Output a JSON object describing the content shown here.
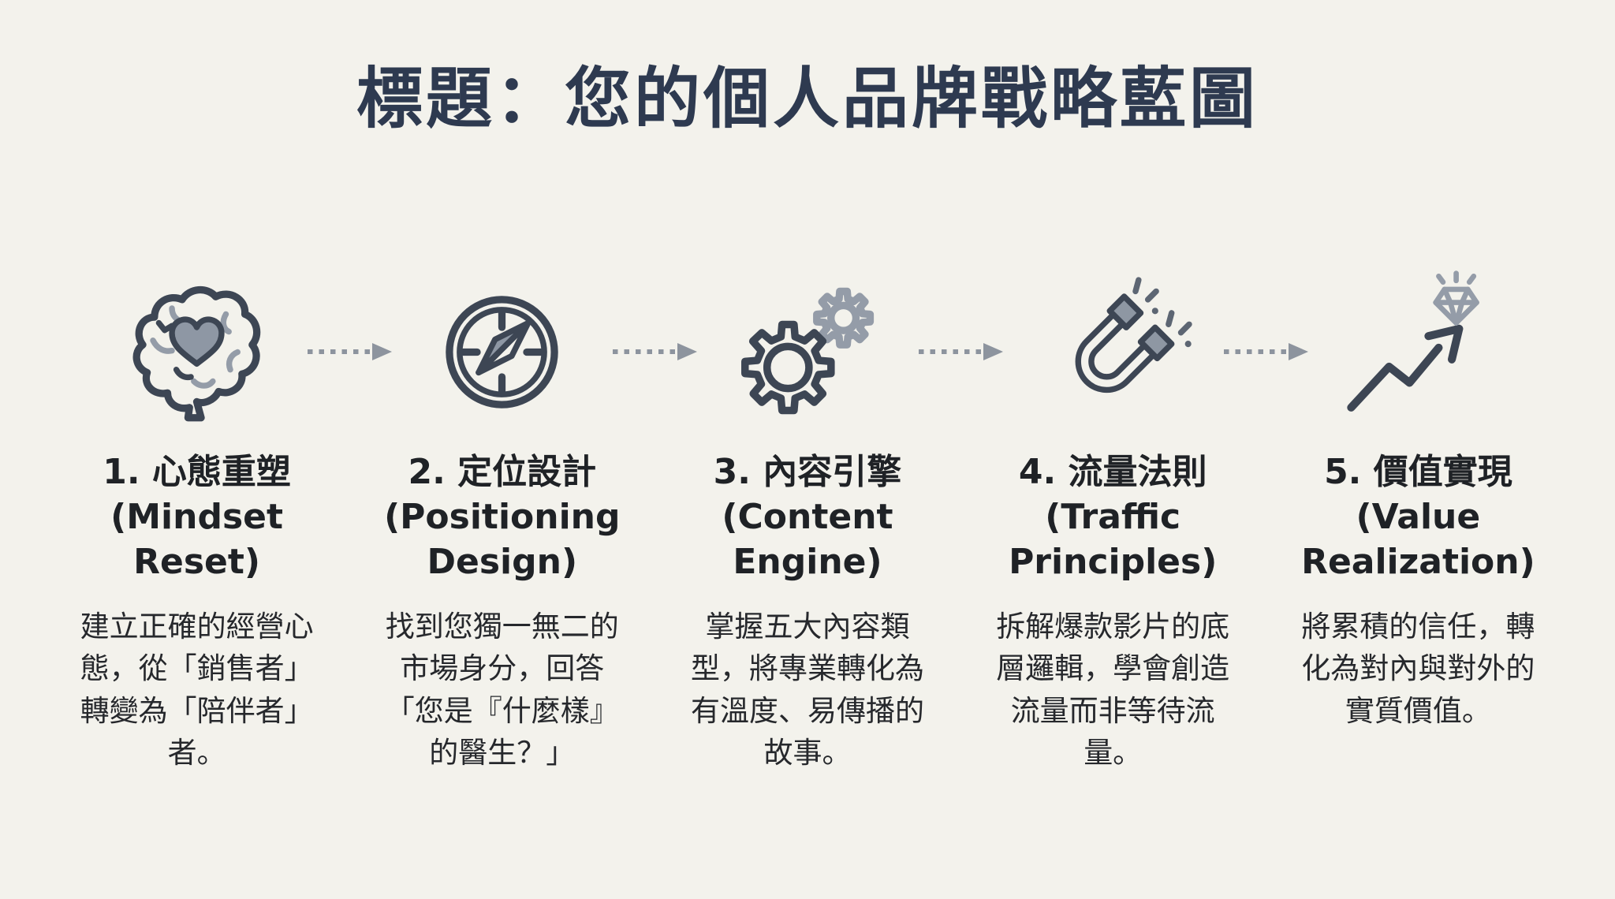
{
  "title": "標題：您的個人品牌戰略藍圖",
  "steps": [
    {
      "icon": "brain-heart-icon",
      "title_zh": "1. 心態重塑",
      "title_en": "(Mindset Reset)",
      "description": "建立正確的經營心態，從「銷售者」轉變為「陪伴者」者。"
    },
    {
      "icon": "compass-icon",
      "title_zh": "2. 定位設計",
      "title_en": "(Positioning Design)",
      "description": "找到您獨一無二的市場身分，回答「您是『什麼樣』的醫生？」"
    },
    {
      "icon": "gears-icon",
      "title_zh": "3. 內容引擎",
      "title_en": "(Content Engine)",
      "description": "掌握五大內容類型，將專業轉化為有溫度、易傳播的故事。"
    },
    {
      "icon": "magnet-icon",
      "title_zh": "4. 流量法則",
      "title_en": "(Traffic Principles)",
      "description": "拆解爆款影片的底層邏輯，學會創造流量而非等待流量。"
    },
    {
      "icon": "growth-arrow-diamond-icon",
      "title_zh": "5. 價值實現",
      "title_en": "(Value Realization)",
      "description": "將累積的信任，轉化為對內與對外的實質價值。"
    }
  ],
  "colors": {
    "background": "#f3f2ec",
    "title": "#2e3a50",
    "heading": "#1f2226",
    "body": "#26282c",
    "icon_dark": "#3d4654",
    "icon_gray": "#949ca8",
    "heart_fill": "#8e97a4",
    "arrow": "#8d949e"
  }
}
